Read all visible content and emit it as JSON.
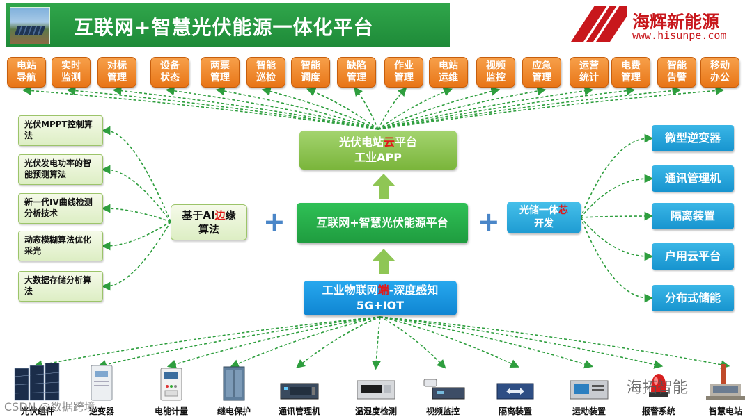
{
  "header": {
    "title": "互联网+智慧光伏能源一体化平台",
    "logo_cn": "海辉新能源",
    "logo_url": "www.hisunpe.com"
  },
  "modules": [
    [
      "电站",
      "导航"
    ],
    [
      "实时",
      "监测"
    ],
    [
      "对标",
      "管理"
    ],
    [
      "设备",
      "状态"
    ],
    [
      "两票",
      "管理"
    ],
    [
      "智能",
      "巡检"
    ],
    [
      "智能",
      "调度"
    ],
    [
      "缺陷",
      "管理"
    ],
    [
      "作业",
      "管理"
    ],
    [
      "电站",
      "运维"
    ],
    [
      "视频",
      "监控"
    ],
    [
      "应急",
      "管理"
    ],
    [
      "运营",
      "统计"
    ],
    [
      "电费",
      "管理"
    ],
    [
      "智能",
      "告警"
    ],
    [
      "移动",
      "办公"
    ]
  ],
  "center": {
    "cloud_pre": "光伏电站",
    "cloud_hl": "云",
    "cloud_post": "平台",
    "cloud_line2": "工业APP",
    "main": "互联网+智慧光伏能源平台",
    "iot_pre": "工业物联网",
    "iot_hl": "端",
    "iot_post": "-深度感知",
    "iot_line2": "5G+IOT"
  },
  "plus_sign": "+",
  "left": {
    "ai_pre": "基于AI",
    "ai_hl": "边",
    "ai_post": "缘",
    "ai_line2": "算法",
    "algorithms": [
      "光伏MPPT控制算法",
      "光伏发电功率的智能预测算法",
      "新一代IV曲线检测分析技术",
      "动态模糊算法优化采光",
      "大数据存储分析算法"
    ]
  },
  "right": {
    "chip_pre": "光储一体",
    "chip_hl": "芯",
    "chip_line2": "开发",
    "devices": [
      "微型逆变器",
      "通讯管理机",
      "隔离装置",
      "户用云平台",
      "分布式储能"
    ]
  },
  "equipment": [
    "光伏组件",
    "逆变器",
    "电能计量",
    "继电保护",
    "通讯管理机",
    "温湿度检测",
    "视频监控",
    "隔离装置",
    "运动装置",
    "报警系统",
    "智慧电站"
  ],
  "watermarks": {
    "left": "CSDN @数据跨境",
    "right": "海拓智能"
  },
  "colors": {
    "module_orange": "#e87517",
    "header_green": "#1e8a38",
    "main_green": "#1f9c3f",
    "iot_blue": "#0f85d2",
    "highlight_red": "#e01818",
    "connector_green": "#2e9e3e"
  }
}
